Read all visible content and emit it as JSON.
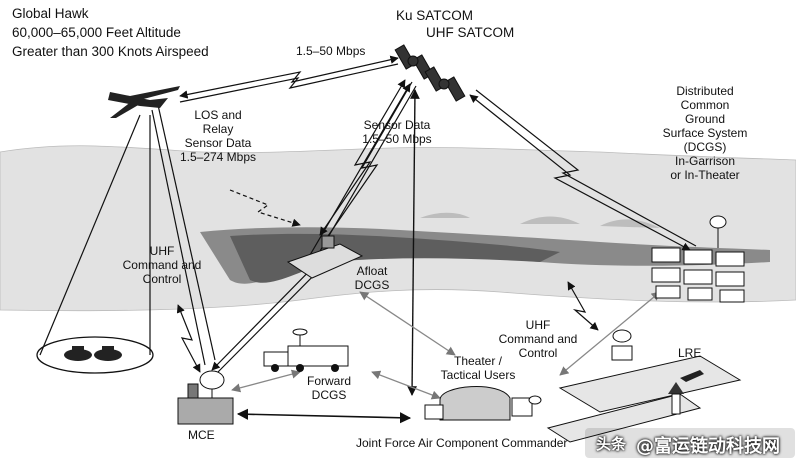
{
  "global_hawk": {
    "line1": "Global Hawk",
    "line2": "60,000–65,000 Feet Altitude",
    "line3": "Greater than 300 Knots Airspeed"
  },
  "satcom": {
    "ku": "Ku SATCOM",
    "uhf": "UHF SATCOM"
  },
  "link_top": "1.5–50 Mbps",
  "los_relay": "LOS and\nRelay\nSensor Data\n1.5–274 Mbps",
  "sensor_data": "Sensor Data\n1.5–50 Mbps",
  "dcgs": "Distributed\nCommon\nGround\nSurface System\n(DCGS)\nIn-Garrison\nor In-Theater",
  "uhf_cc_left": "UHF\nCommand and\nControl",
  "afloat": "Afloat\nDCGS",
  "uhf_cc_right": "UHF\nCommand and\nControl",
  "theater": "Theater /\nTactical Users",
  "forward": "Forward\nDCGS",
  "mce": "MCE",
  "lre": "LRE",
  "jfacc": "Joint Force Air Component Commander",
  "watermark": {
    "prefix": "头条",
    "text": "@富运链动科技网"
  }
}
